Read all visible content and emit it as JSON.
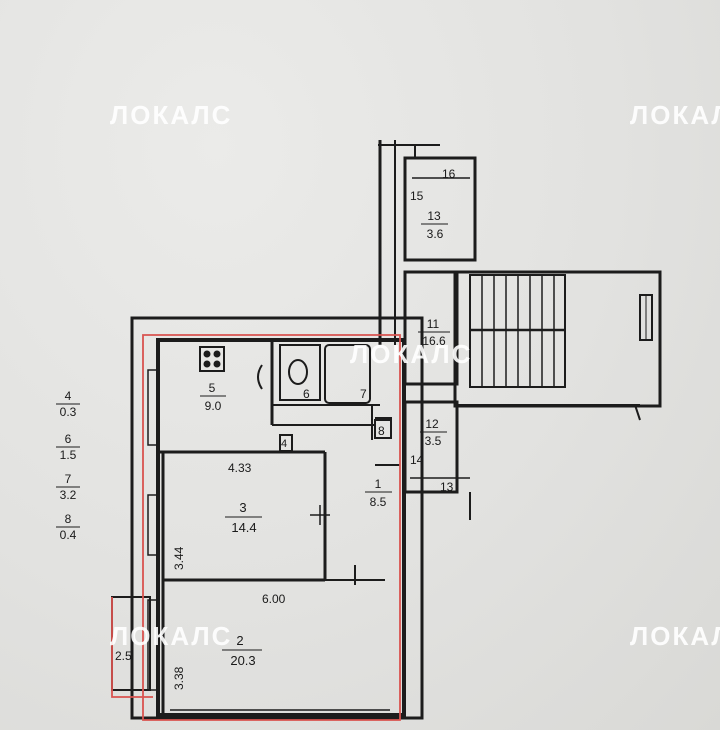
{
  "watermark": "ЛОКАЛС",
  "legend": [
    {
      "no": "4",
      "area": "0.3"
    },
    {
      "no": "6",
      "area": "1.5"
    },
    {
      "no": "7",
      "area": "3.2"
    },
    {
      "no": "8",
      "area": "0.4"
    }
  ],
  "rooms": {
    "r1": {
      "no": "1",
      "area": "8.5"
    },
    "r2": {
      "no": "2",
      "area": "20.3"
    },
    "r3": {
      "no": "3",
      "area": "14.4"
    },
    "r5": {
      "no": "5",
      "area": "9.0"
    },
    "r11": {
      "no": "11",
      "area": "16.6"
    },
    "r12": {
      "no": "12",
      "area": "3.5"
    },
    "r13": {
      "no": "13",
      "area": "3.6"
    }
  },
  "labels": {
    "l4": "4",
    "l6": "6",
    "l7": "7",
    "l8": "8",
    "l13b": "13",
    "l14": "14",
    "l15": "15",
    "l16": "16"
  },
  "dimensions": {
    "d433": "4.33",
    "d344": "3.44",
    "d600": "6.00",
    "d338": "3.38",
    "d25": "2.5"
  },
  "colors": {
    "paper": "#e4e4e2",
    "wall": "#1c1c1c",
    "outline": "#d9534f"
  }
}
